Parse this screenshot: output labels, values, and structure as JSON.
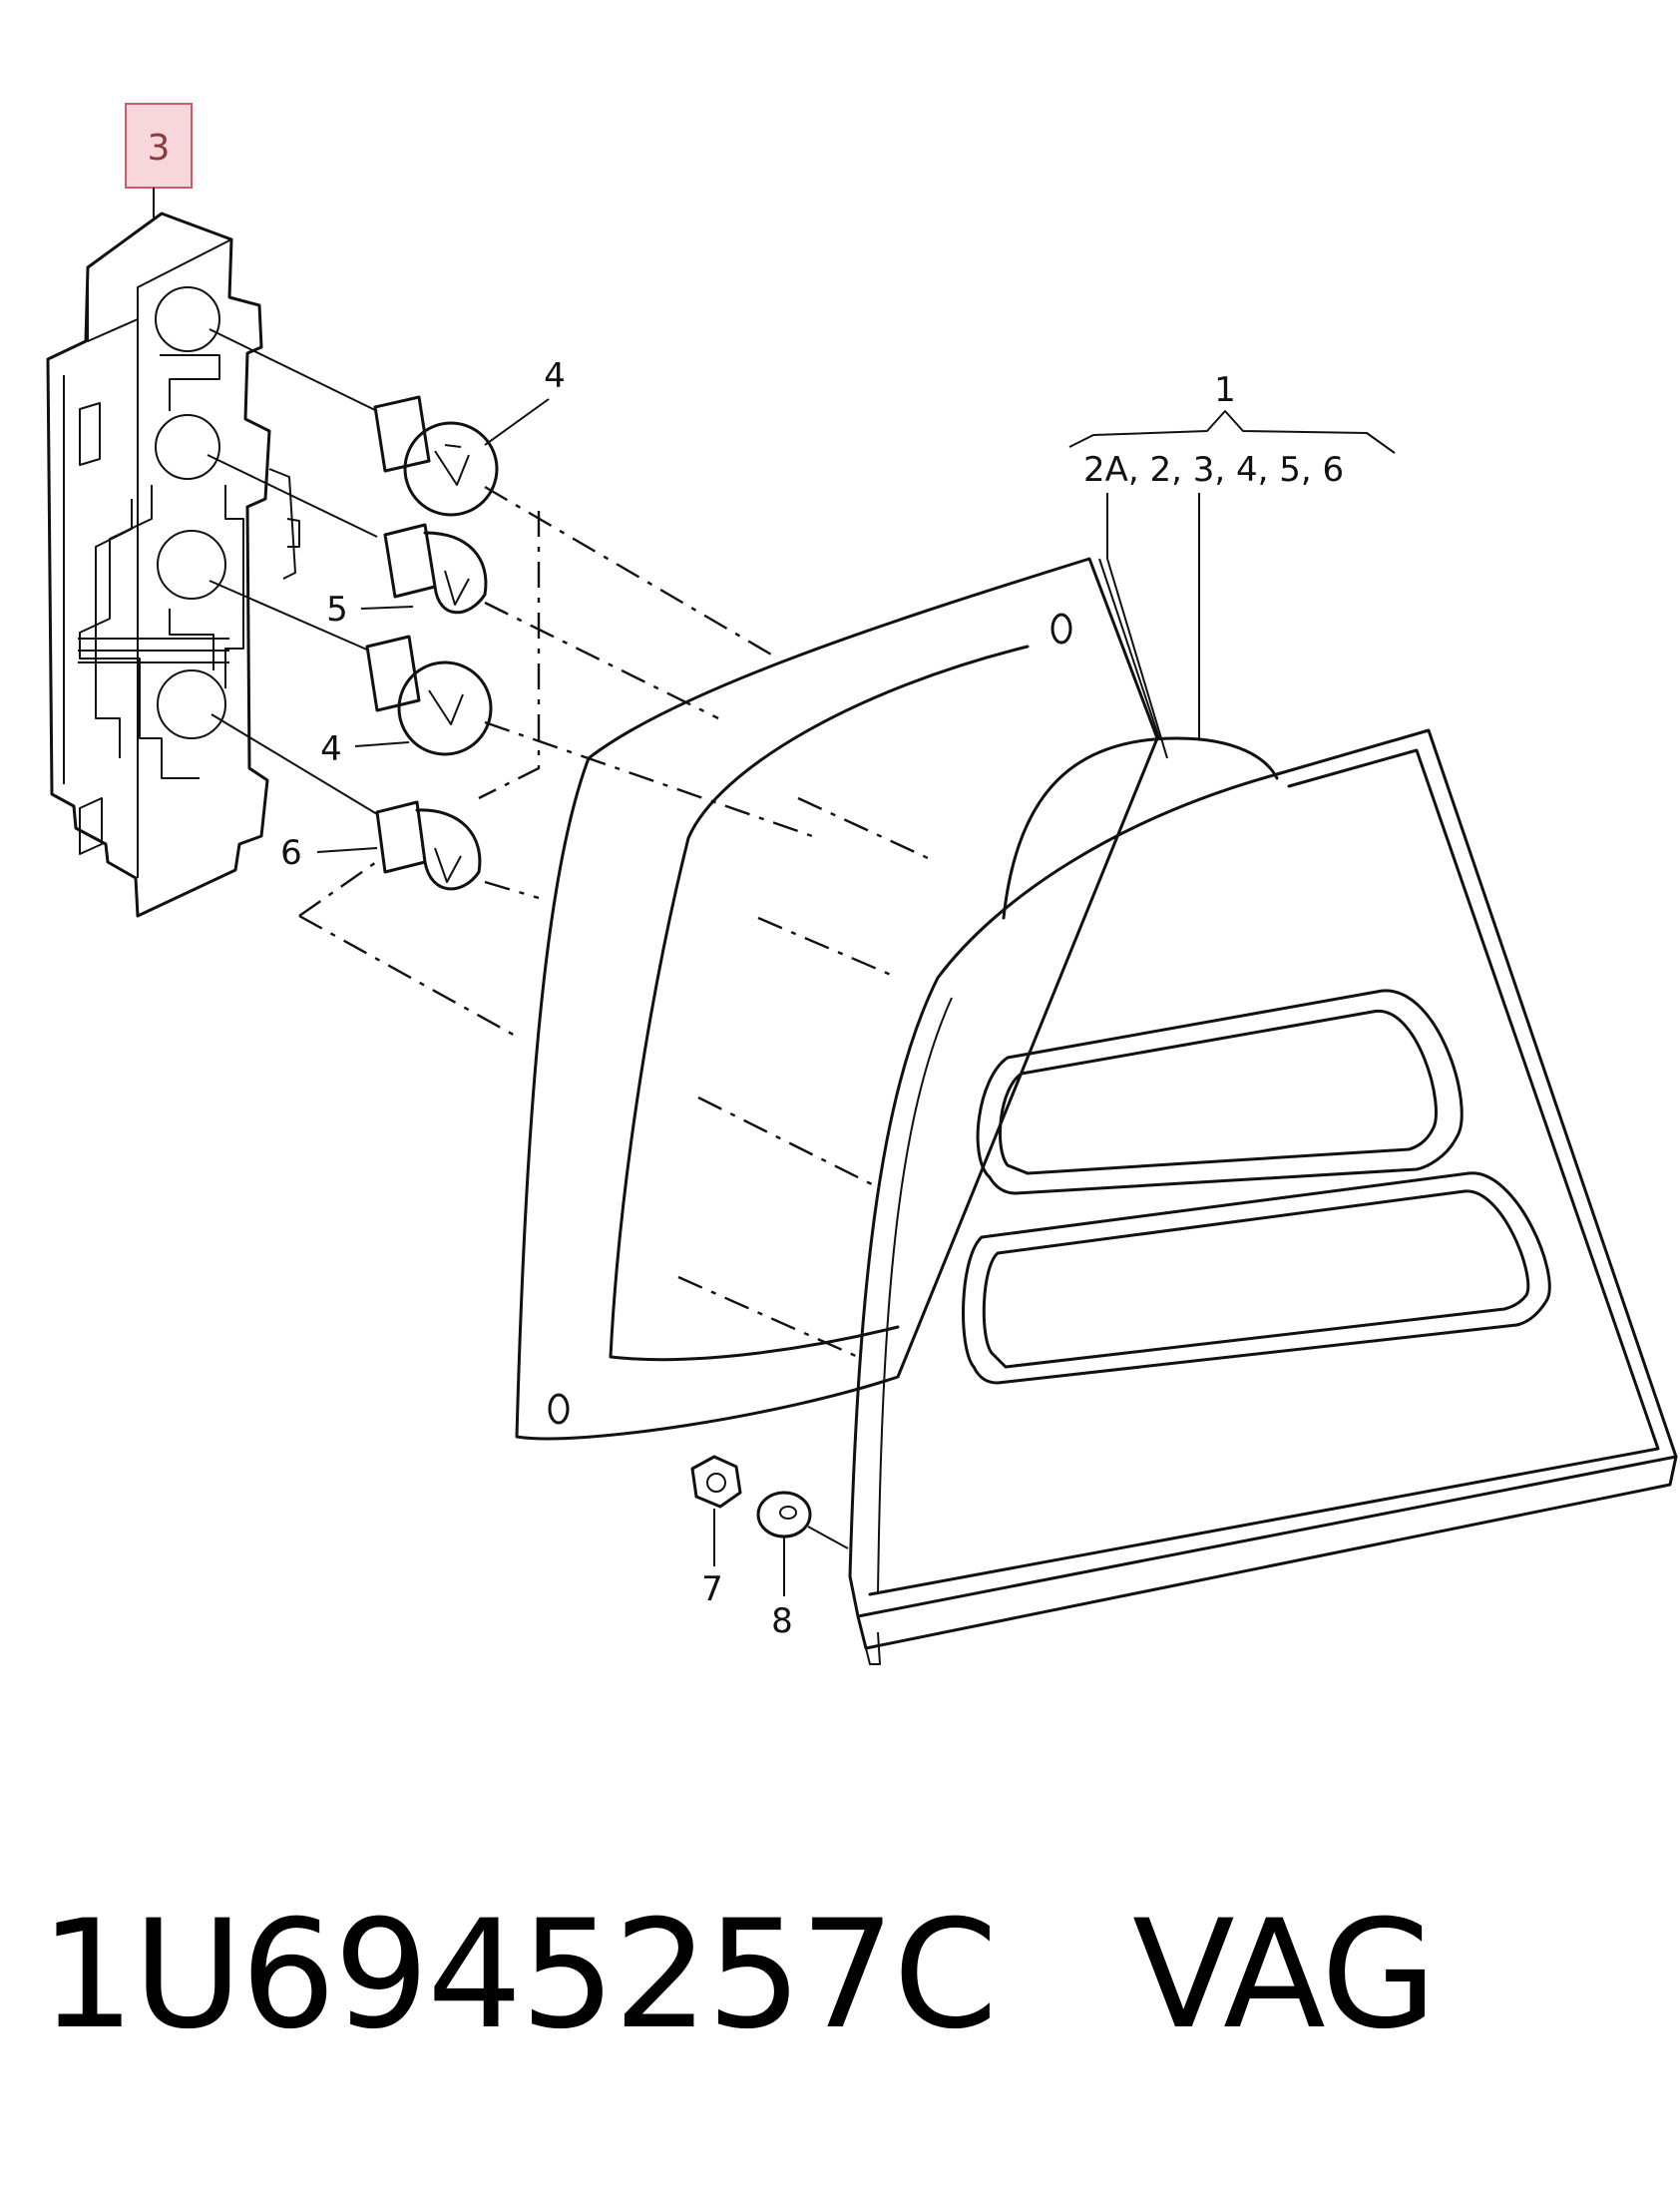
{
  "callouts": {
    "c3": "3",
    "c4a": "4",
    "c5": "5",
    "c4b": "4",
    "c6": "6",
    "c1": "1",
    "c_group": "2A,  2, 3, 4, 5, 6",
    "c7": "7",
    "c8": "8"
  },
  "highlight_color": "#f8d7dc",
  "highlight_border": "#cf5a6a",
  "caption": "1U6945257C   VAG"
}
